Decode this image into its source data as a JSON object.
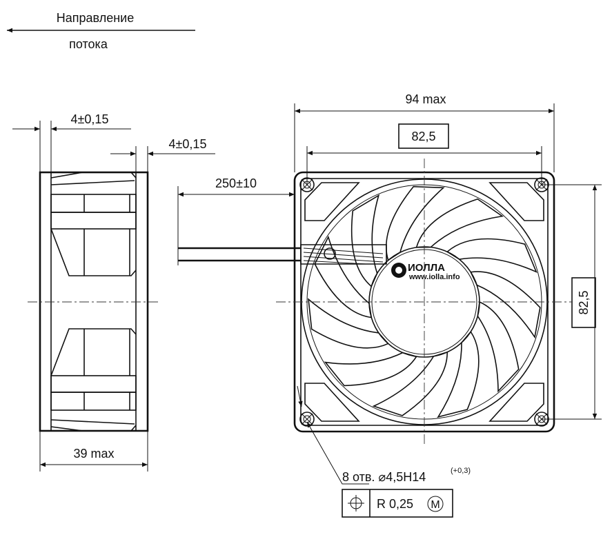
{
  "flow_direction": {
    "line1": "Направление",
    "line2": "потока"
  },
  "dimensions": {
    "side_frame_thickness_top": "4±0,15",
    "side_frame_thickness_bottom": "4±0,15",
    "depth": "39 max",
    "cable_length": "250±10",
    "overall_width": "94  max",
    "hole_spacing_horizontal": "82,5",
    "hole_spacing_vertical": "82,5"
  },
  "holes_note": {
    "text": "8 отв. ⌀4,5H14",
    "tolerance": "(+0,3)"
  },
  "tolerance_frame": {
    "symbol": "position-icon",
    "value": "R 0,25",
    "modifier": "M"
  },
  "logo": {
    "brand": "ИОЛЛА",
    "url": "www.iolla.info"
  },
  "colors": {
    "line": "#111111",
    "background": "#ffffff"
  }
}
